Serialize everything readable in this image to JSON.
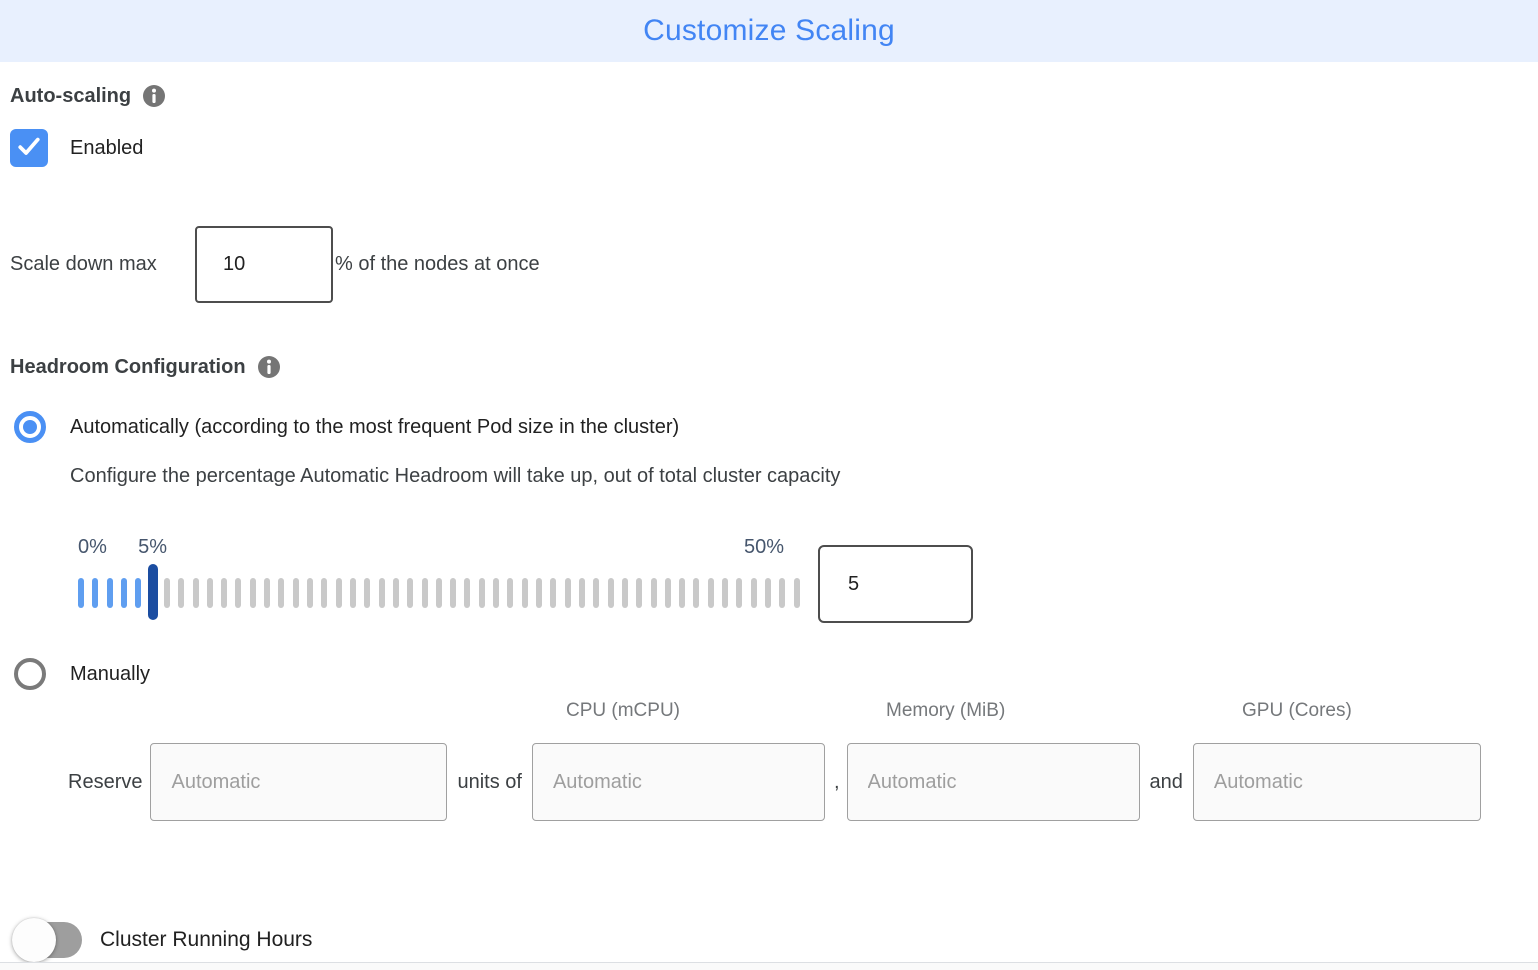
{
  "header": {
    "title": "Customize Scaling"
  },
  "auto_scaling": {
    "label": "Auto-scaling",
    "enabled": true,
    "enabled_label": "Enabled",
    "scale_down": {
      "prefix": "Scale down max",
      "value": "10",
      "suffix": "% of the nodes at once"
    }
  },
  "headroom": {
    "label": "Headroom Configuration",
    "automatic_option": {
      "label": "Automatically (according to the most frequent Pod size in the cluster)",
      "selected": true
    },
    "description": "Configure the percentage Automatic Headroom will take up, out of total cluster capacity",
    "slider": {
      "min": 0,
      "max": 50,
      "value": 5,
      "min_label": "0%",
      "current_label": "5%",
      "max_label": "50%",
      "value_field": "5"
    },
    "manual_option": {
      "label": "Manually",
      "selected": false
    },
    "manual_reserve": {
      "columns": {
        "cpu": "CPU (mCPU)",
        "memory": "Memory (MiB)",
        "gpu": "GPU (Cores)"
      },
      "reserve_label": "Reserve",
      "units_of_label": "units of",
      "comma": ",",
      "and_label": "and",
      "fields": {
        "count_placeholder": "Automatic",
        "cpu_placeholder": "Automatic",
        "memory_placeholder": "Automatic",
        "gpu_placeholder": "Automatic"
      }
    }
  },
  "cluster_running_hours": {
    "label": "Cluster Running Hours",
    "enabled": false
  },
  "colors": {
    "header_bg": "#e8f0fe",
    "title_blue": "#4285f4",
    "control_blue": "#4a90f4",
    "tick_active": "#5f9ef0",
    "tick_inactive": "#c9c9c9",
    "slider_marker": "#1b4da1"
  }
}
